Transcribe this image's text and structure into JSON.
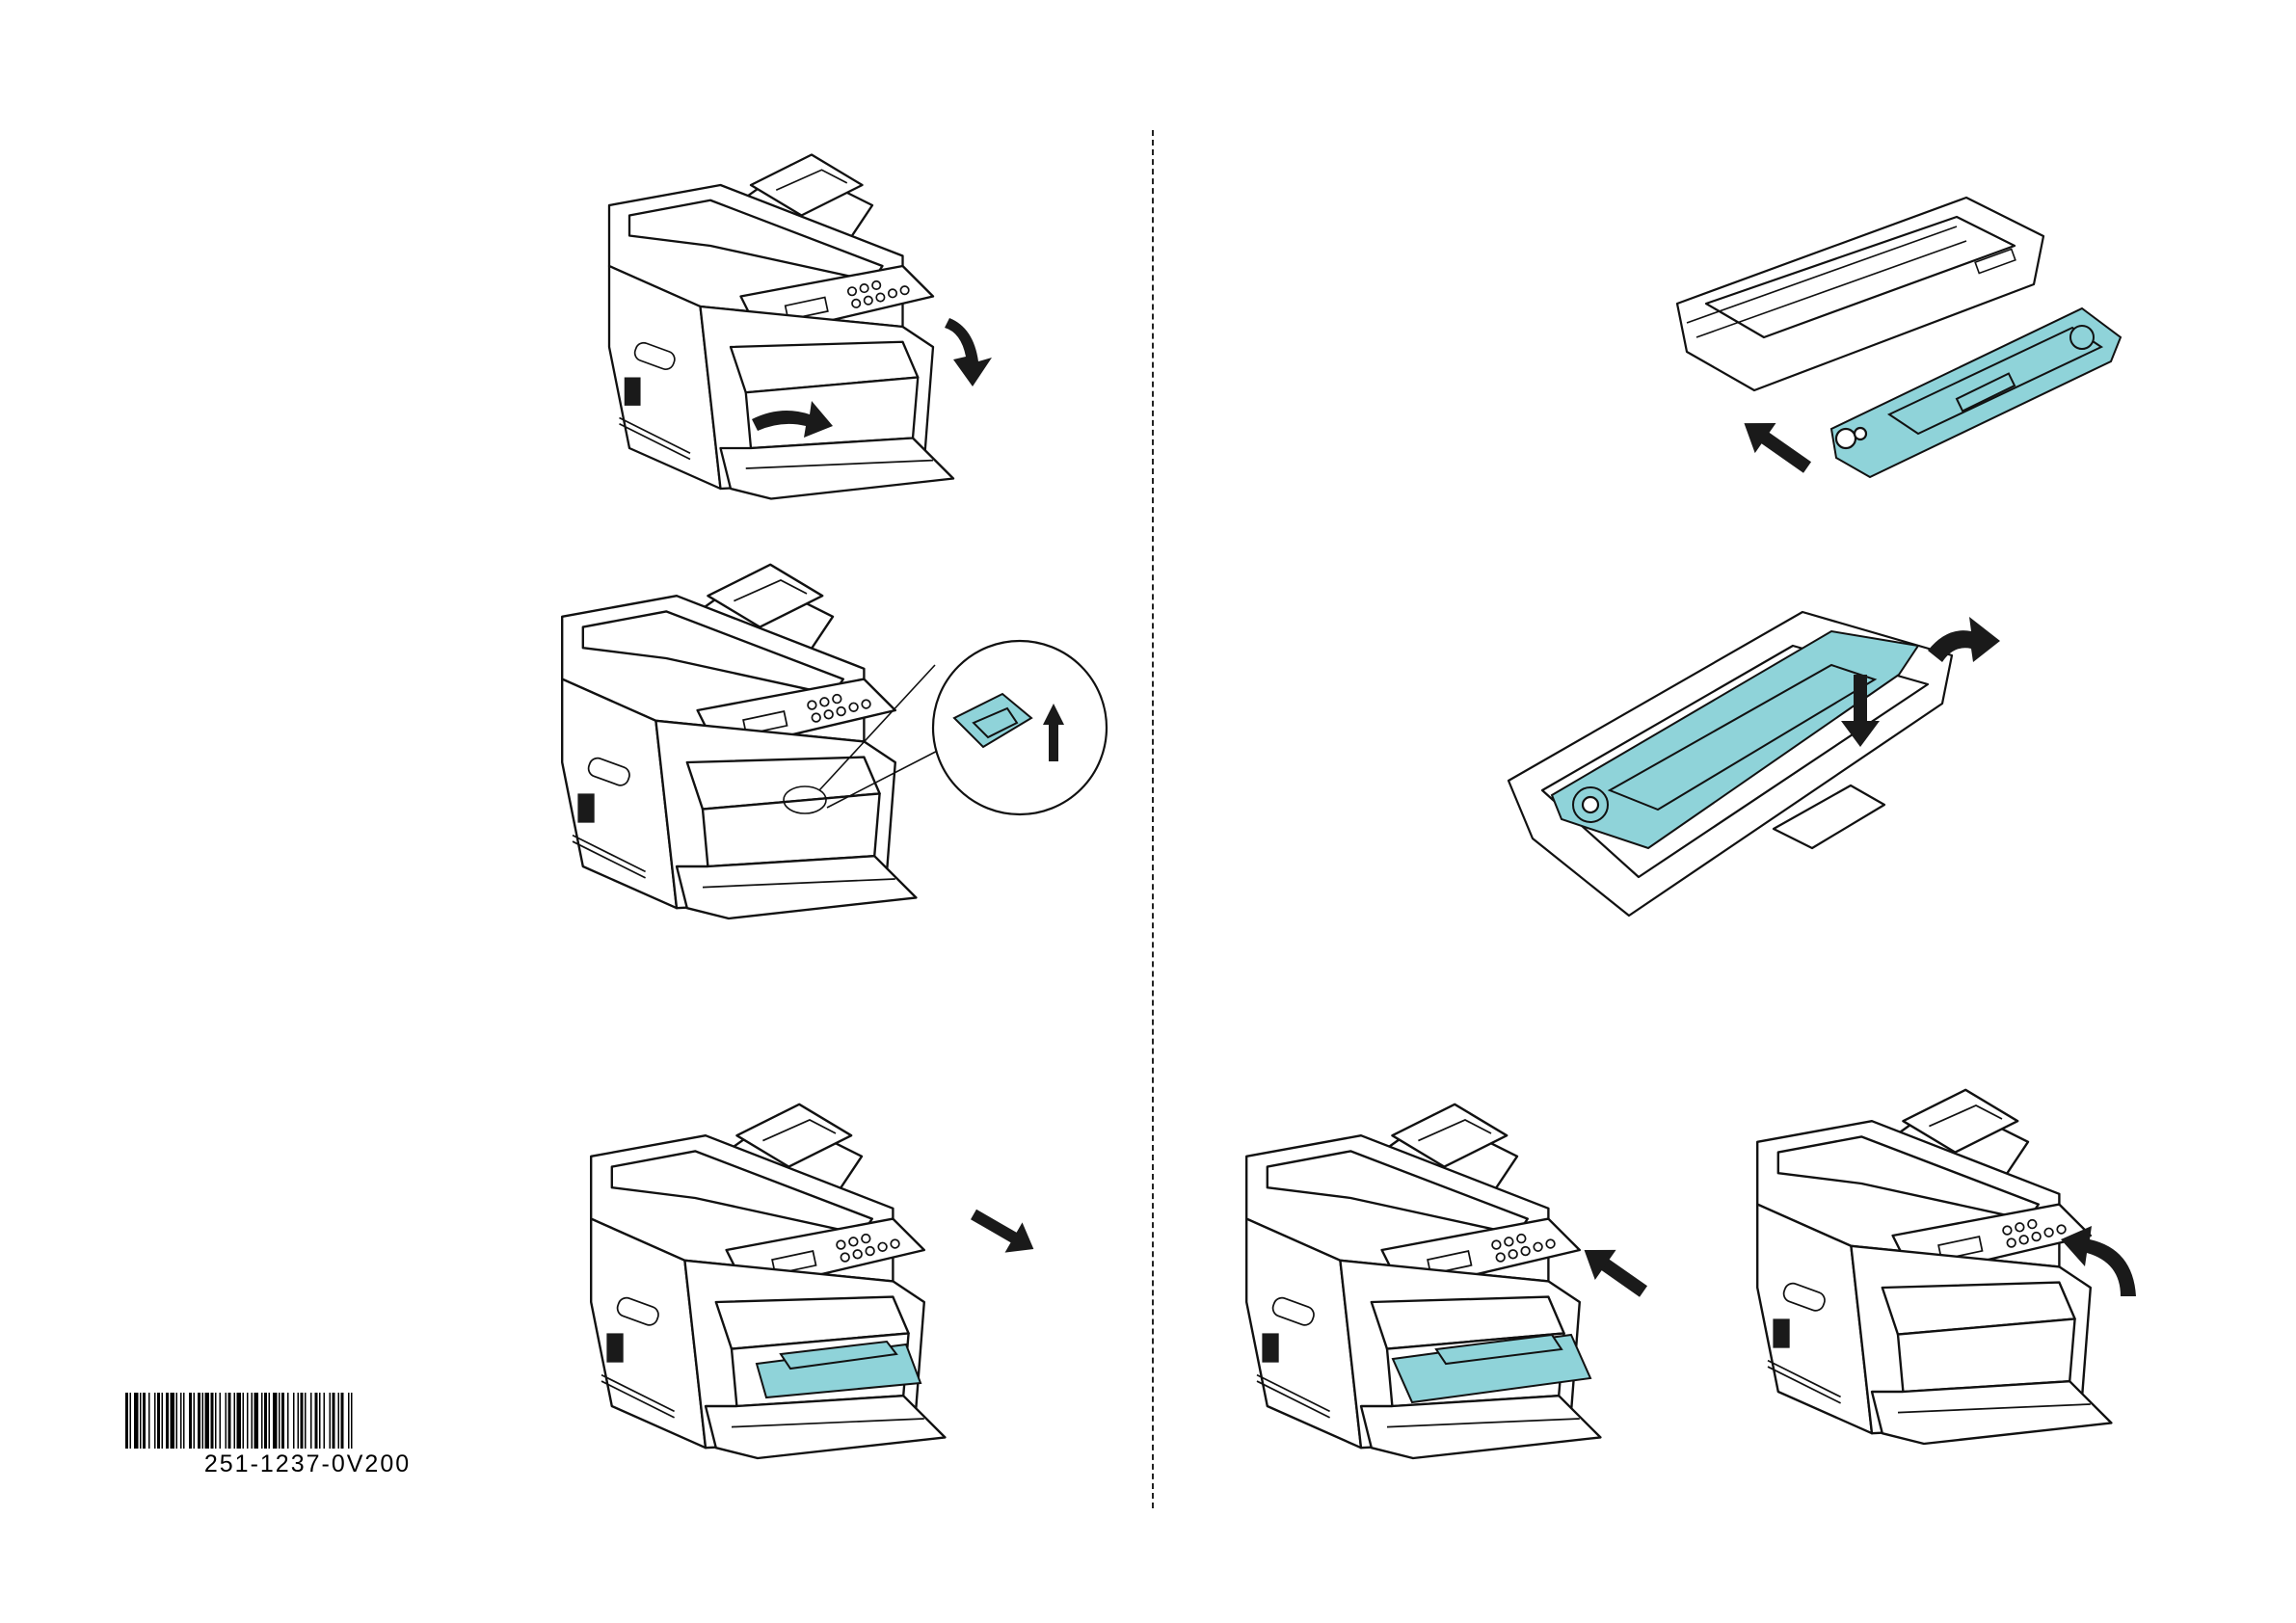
{
  "barcode": {
    "number": "251-1237-0V200"
  },
  "colors": {
    "highlight": "#8fd3d9",
    "line": "#111111",
    "arrow": "#1a1a1a"
  },
  "figures": [
    {
      "name": "open-front-cover",
      "icon": "printer-front-cover-open"
    },
    {
      "name": "press-lever",
      "icon": "printer-lever-release"
    },
    {
      "name": "remove-drum-unit",
      "icon": "printer-drum-removal"
    },
    {
      "name": "insert-toner-into-drum",
      "icon": "drum-toner-assembly"
    },
    {
      "name": "lock-toner-in-drum",
      "icon": "toner-locked-in-drum"
    },
    {
      "name": "insert-drum-unit",
      "icon": "printer-drum-insertion"
    },
    {
      "name": "close-front-cover",
      "icon": "printer-front-cover-close"
    }
  ]
}
